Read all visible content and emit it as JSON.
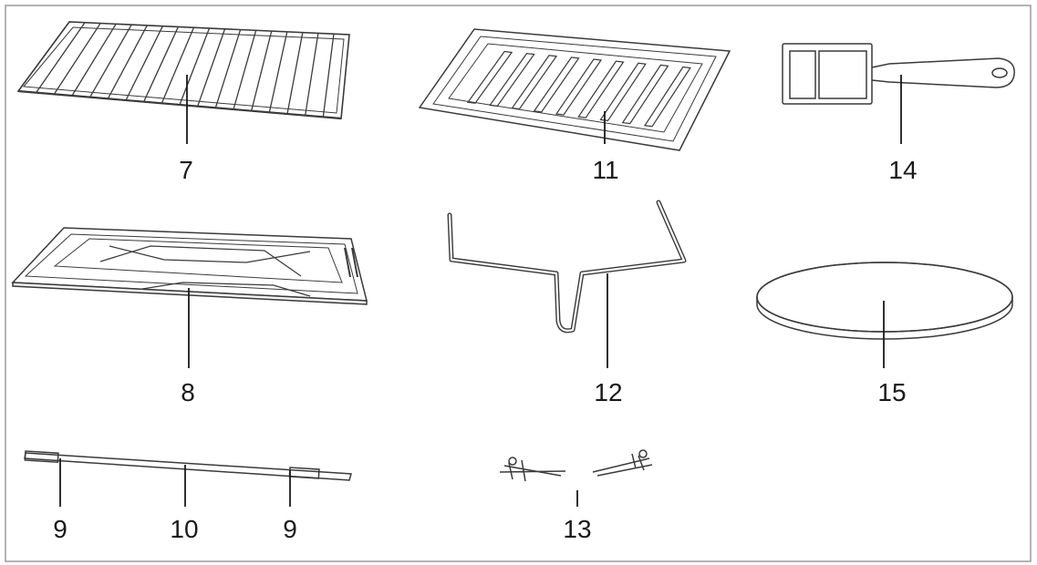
{
  "parts": [
    {
      "id": "wire-rack",
      "label": "7"
    },
    {
      "id": "drip-tray",
      "label": "8"
    },
    {
      "id": "rotisserie-fork-left",
      "label": "9"
    },
    {
      "id": "rotisserie-spit",
      "label": "10"
    },
    {
      "id": "rotisserie-fork-right",
      "label": "9"
    },
    {
      "id": "baking-tray",
      "label": "11"
    },
    {
      "id": "tray-handle",
      "label": "12"
    },
    {
      "id": "rotisserie-screws",
      "label": "13"
    },
    {
      "id": "rotisserie-handle",
      "label": "14"
    },
    {
      "id": "pizza-stone",
      "label": "15"
    }
  ],
  "colors": {
    "line": "#3a3a3a",
    "leader": "#1a1a1a",
    "border": "#9a9a9a",
    "fill": "#f2f2f2"
  }
}
